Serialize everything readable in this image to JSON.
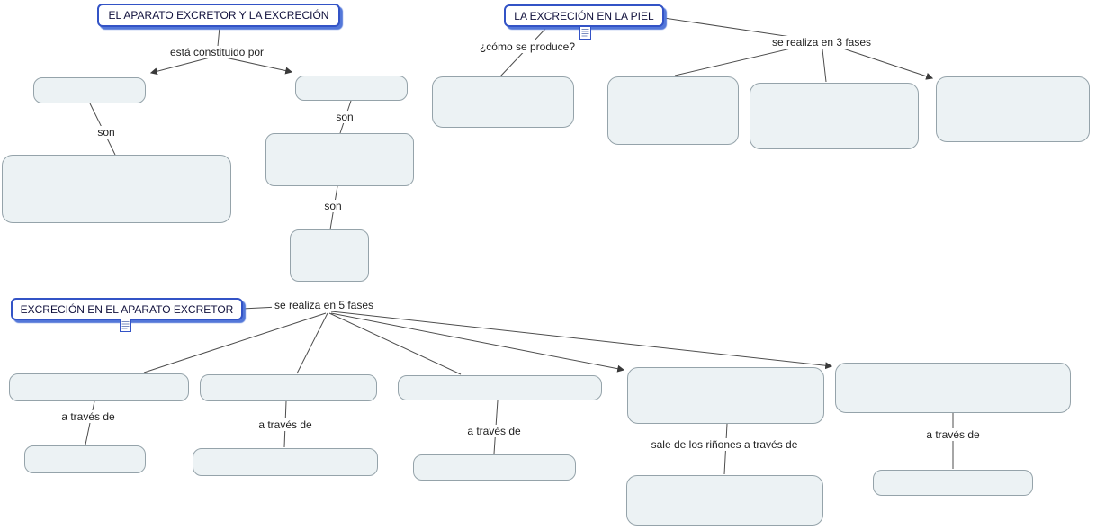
{
  "maps": {
    "aparato_titulo": {
      "title": "EL APARATO EXCRETOR Y LA EXCRECIÓN",
      "links": {
        "constituido": "está constituido por",
        "son_izq": "son",
        "son_der": "son",
        "son_der2": "son"
      }
    },
    "piel": {
      "title": "LA EXCRECIÓN EN LA PIEL",
      "links": {
        "como_se_produce": "¿cómo se produce?",
        "tres_fases": "se realiza en 3 fases"
      }
    },
    "aparato_excretor": {
      "title": "EXCRECIÓN EN EL APARATO EXCRETOR",
      "links": {
        "cinco_fases": "se realiza en 5 fases",
        "a_traves_1": "a través de",
        "a_traves_2": "a través de",
        "a_traves_3": "a través de",
        "sale_rinones": "sale de los riñones a través de",
        "a_traves_5": "a través de"
      }
    }
  },
  "icons": {
    "resource_icon": "lined-document-icon"
  },
  "colors": {
    "title_border": "#3353c6",
    "title_shadow": "#5377d9",
    "title_text": "#10103c",
    "box_fill": "#ecf2f4",
    "box_border": "#95a3aa",
    "line": "#4d4d4d",
    "text": "#1f1f1f"
  }
}
